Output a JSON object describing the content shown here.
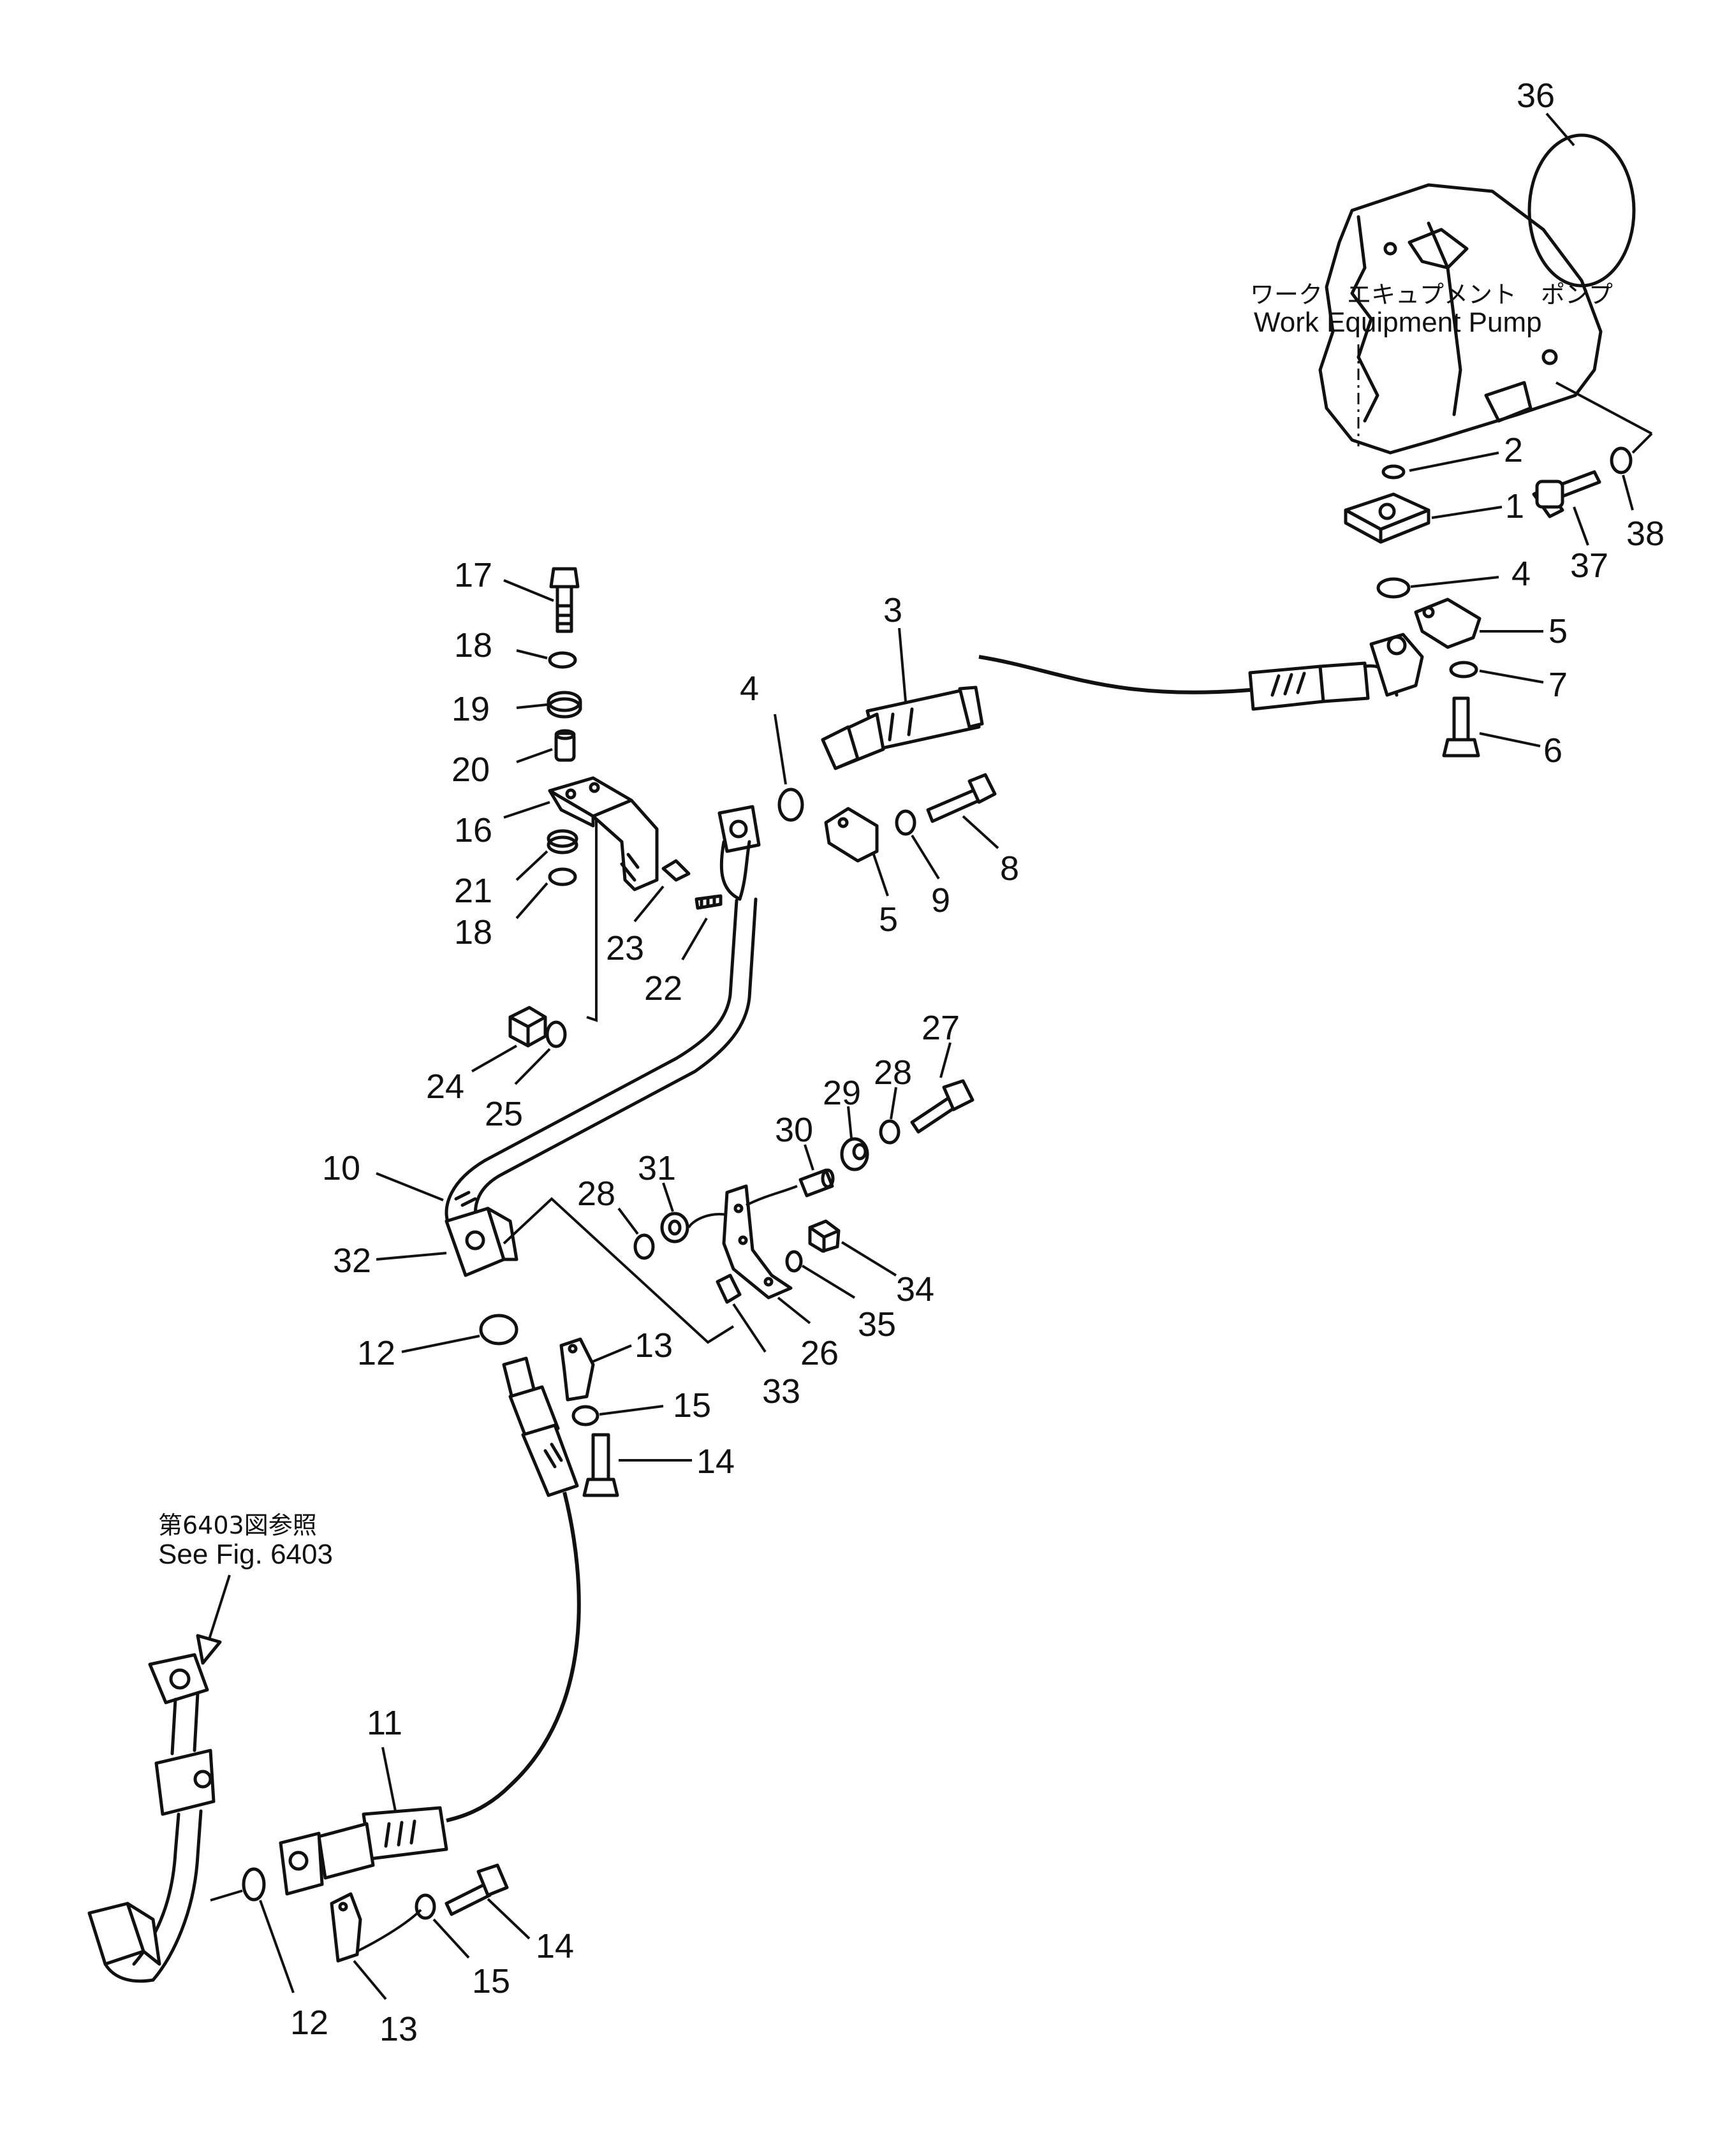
{
  "pump_label": {
    "jp": "ワーク　エキュプメント　ポンプ",
    "en": "Work Equipment Pump"
  },
  "reference_note": {
    "jp": "第6403図参照",
    "en": "See Fig. 6403"
  },
  "callouts": [
    "36",
    "2",
    "1",
    "37",
    "38",
    "4",
    "5",
    "7",
    "6",
    "3",
    "4",
    "8",
    "9",
    "5",
    "17",
    "18",
    "19",
    "20",
    "16",
    "21",
    "18",
    "23",
    "22",
    "24",
    "25",
    "10",
    "32",
    "12",
    "13",
    "15",
    "14",
    "27",
    "28",
    "29",
    "30",
    "31",
    "28",
    "34",
    "35",
    "26",
    "33",
    "11",
    "14",
    "15",
    "12",
    "13"
  ]
}
